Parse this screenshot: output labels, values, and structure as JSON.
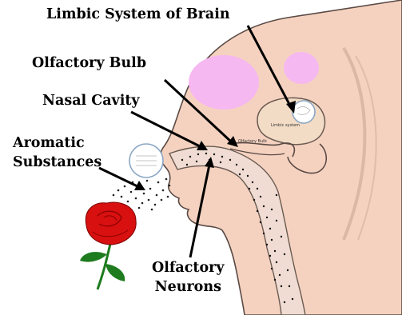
{
  "labels": {
    "limbic_system": "Limbic System of Brain",
    "olfactory_bulb": "Olfactory Bulb",
    "nasal_cavity": "Nasal Cavity",
    "aromatic_line1": "Aromatic",
    "aromatic_line2": "Substances",
    "neurons_line1": "Olfactory",
    "neurons_line2": "Neurons"
  },
  "inner_labels": {
    "limbic_inner": "Limbic system",
    "bulb_inner": "Olfactory Bulb"
  },
  "colors": {
    "skin": "#f5d2c0",
    "skin_outline": "#5a4a44",
    "brain_pink": "#f6b8f0",
    "brain_fill": "#f3dcc6",
    "nasal_passage": "#f0dcd2",
    "rose_red": "#d81010",
    "leaf_green": "#1e7b1e"
  }
}
